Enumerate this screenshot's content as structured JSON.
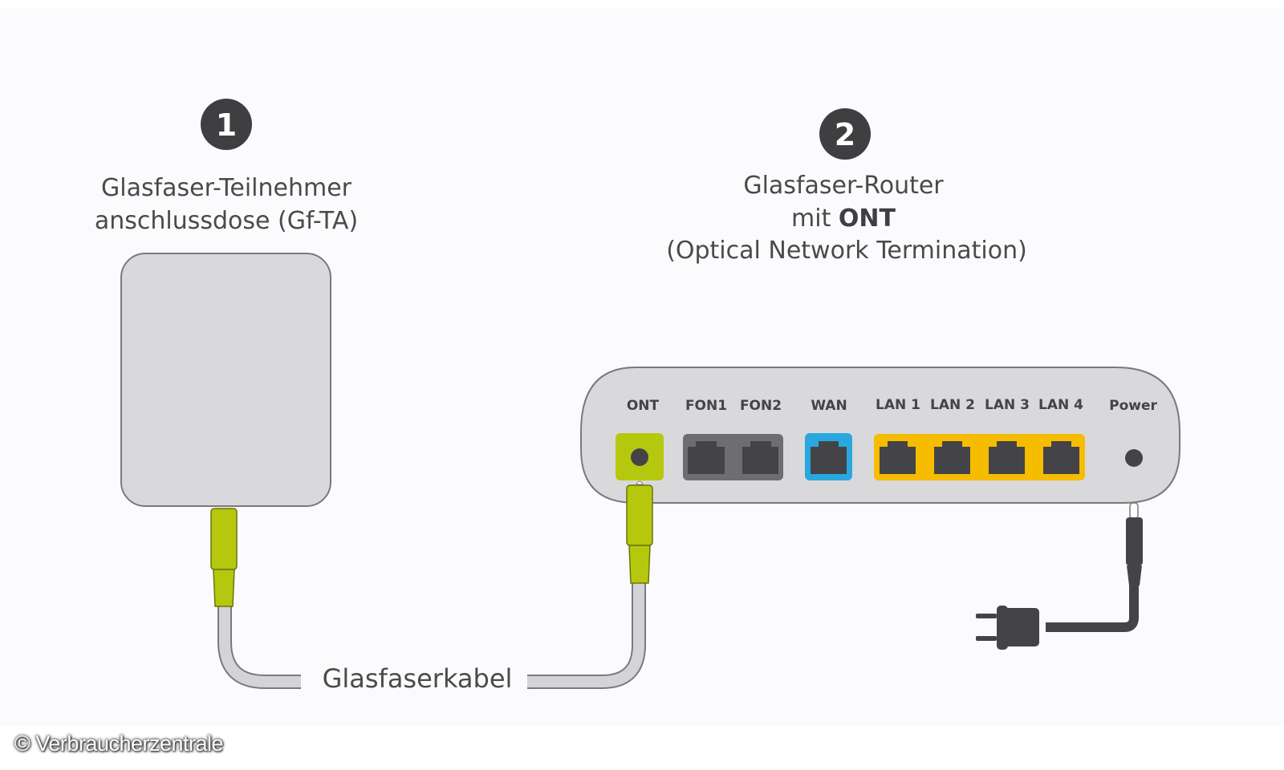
{
  "steps": [
    {
      "number": "1",
      "title_line1": "Glasfaser-Teilnehmer",
      "title_line2": "anschlussdose (Gf-TA)"
    },
    {
      "number": "2",
      "title_line1": "Glasfaser-Router",
      "title_line2_prefix": "mit ",
      "title_line2_bold": "ONT",
      "title_line3": "(Optical Network Termination)"
    }
  ],
  "router": {
    "ports": [
      {
        "label": "ONT",
        "type": "fiber",
        "color": "#b5c80e"
      },
      {
        "label": "FON1",
        "type": "rj11",
        "color": "#6e6e72"
      },
      {
        "label": "FON2",
        "type": "rj11",
        "color": "#6e6e72"
      },
      {
        "label": "WAN",
        "type": "rj45",
        "color": "#29a8e0"
      },
      {
        "label": "LAN 1",
        "type": "rj45",
        "color": "#f6bc00"
      },
      {
        "label": "LAN 2",
        "type": "rj45",
        "color": "#f6bc00"
      },
      {
        "label": "LAN 3",
        "type": "rj45",
        "color": "#f6bc00"
      },
      {
        "label": "LAN 4",
        "type": "rj45",
        "color": "#f6bc00"
      },
      {
        "label": "Power",
        "type": "power",
        "color": "#444448"
      }
    ]
  },
  "cable_label": "Glasfaserkabel",
  "copyright": "© Verbraucherzentrale",
  "colors": {
    "fiber_green": "#b5c80e",
    "device_gray": "#d9d9dc",
    "outline": "#7a7a7c",
    "dark": "#444448",
    "wan_blue": "#29a8e0",
    "lan_yellow": "#f6bc00",
    "cable_gray": "#d4d4d6"
  }
}
